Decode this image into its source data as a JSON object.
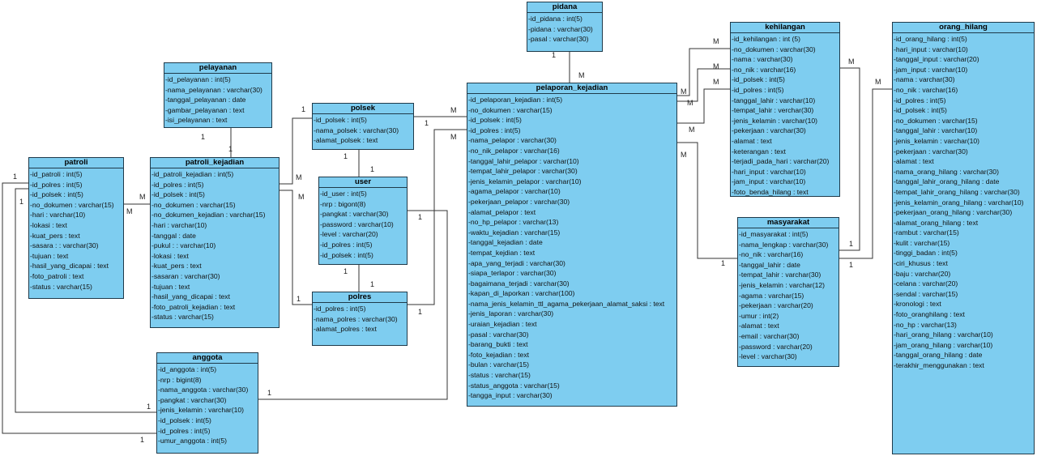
{
  "entities": {
    "pidana": {
      "name": "pidana",
      "attributes": [
        "-id_pidana : int(5)",
        "-pidana : varchar(30)",
        "-pasal : varchar(30)"
      ]
    },
    "pelayanan": {
      "name": "pelayanan",
      "attributes": [
        "-id_pelayanan : int(5)",
        "-nama_pelayanan : varchar(30)",
        "-tanggal_pelayanan : date",
        "-gambar_pelayanan : text",
        "-isi_pelayanan : text"
      ]
    },
    "patroli": {
      "name": "patroli",
      "attributes": [
        "-id_patroli : int(5)",
        "-id_polres : int(5)",
        "-id_polsek : int(5)",
        "-no_dokumen : varchar(15)",
        "-hari : varchar(10)",
        "-lokasi : text",
        "-kuat_pers : text",
        "-sasara : : varchar(30)",
        "-tujuan : text",
        "-hasil_yang_dicapai : text",
        "-foto_patroli : text",
        "-status : varchar(15)"
      ]
    },
    "patroli_kejadian": {
      "name": "patroli_kejadian",
      "attributes": [
        "-id_patroli_kejadian : int(5)",
        "-id_polres : int(5)",
        "-id_polsek : int(5)",
        "-no_dokumen : varchar(15)",
        "-no_dokumen_kejadian : varchar(15)",
        "-hari : varchar(10)",
        "-tanggal : date",
        "-pukul : : varchar(10)",
        "-lokasi : text",
        "-kuat_pers : text",
        "-sasaran : varchar(30)",
        "-tujuan : text",
        "-hasil_yang_dicapai : text",
        "-foto_patroli_kejadian : text",
        "-status : varchar(15)"
      ]
    },
    "anggota": {
      "name": "anggota",
      "attributes": [
        "-id_anggota : int(5)",
        "-nrp : bigint(8)",
        "-nama_anggota : varchar(30)",
        "-pangkat : varchar(30)",
        "-jenis_kelamin : varchar(10)",
        "-id_polsek : int(5)",
        "-id_polres : int(5)",
        "-umur_anggota : int(5)"
      ]
    },
    "polsek": {
      "name": "polsek",
      "attributes": [
        "-id_polsek : int(5)",
        "-nama_polsek : varchar(30)",
        "-alamat_polsek : text"
      ]
    },
    "user": {
      "name": "user",
      "attributes": [
        "-id_user : int(5)",
        "-nrp : bigont(8)",
        "-pangkat : varchar(30)",
        "-password : varchar(10)",
        "-level : varchar(20)",
        "-id_polres : int(5)",
        "-id_polsek : int(5)"
      ]
    },
    "polres": {
      "name": "polres",
      "attributes": [
        "-id_polres : int(5)",
        "-nama_polres : varchar(30)",
        "-alamat_polres : text"
      ]
    },
    "pelaporan_kejadian": {
      "name": "pelaporan_kejadian",
      "attributes": [
        "-id_pelaporan_kejadian : int(5)",
        "-no_dokumen : varchar(15)",
        "-id_polsek : int(5)",
        "-id_polres : int(5)",
        "-nama_pelapor : varchar(30)",
        "-no_nik_pelapor : varchar(16)",
        "-tanggal_lahir_pelapor : varchar(10)",
        "-tempat_lahir_pelapor : varchar(30)",
        "-jenis_kelamin_pelapor : varchar(10)",
        "-agama_pelapor : varchar(10)",
        "-pekerjaan_pelapor : varchar(30)",
        "-alamat_pelapor : text",
        "-no_hp_pelapor : varchar(13)",
        "-waktu_kejadian : varchar(15)",
        "-tanggal_kejadian : date",
        "-tempat_kejdian : text",
        "-apa_yang_terjadi : varchar(30)",
        "-siapa_terlapor : varchar(30)",
        "-bagaimana_terjadi : varchar(30)",
        "-kapan_di_laporkan : varchar(100)",
        "-nama_jenis_kelamin_ttl_agama_pekerjaan_alamat_saksi : text",
        "-jenis_laporan : varchar(30)",
        "-uraian_kejadian : text",
        "-pasal : varchar(30)",
        "-barang_bukti : text",
        "-foto_kejadian : text",
        "-bulan : varchar(15)",
        "-status : varchar(15)",
        "-status_anggota : varchar(15)",
        "-tangga_input : varchar(30)"
      ]
    },
    "kehilangan": {
      "name": "kehilangan",
      "attributes": [
        "-id_kehilangan : int (5)",
        "-no_dokumen : varchar(30)",
        "-nama : varchar(30)",
        "-no_nik : varchar(16)",
        "-id_polsek : int(5)",
        "-id_polres : int(5)",
        "-tanggal_lahir : varchar(10)",
        "-tempat_lahir : verchar(30)",
        "-jenis_kelamin : varchar(10)",
        "-pekerjaan : varchar(30)",
        "-alamat : text",
        "-keterangan : text",
        "-terjadi_pada_hari : varchar(20)",
        "-hari_input : varchar(10)",
        "-jam_input : varchar(10)",
        "-foto_benda_hilang : text"
      ]
    },
    "masyarakat": {
      "name": "masyarakat",
      "attributes": [
        "-id_masyarakat : int(5)",
        "-nama_lengkap : varchar(30)",
        "-no_nik : varchar(16)",
        "-tanggal_lahir : date",
        "-tempat_lahir : varchar(30)",
        "-jenis_kelamin : varchar(12)",
        "-agama : varchar(15)",
        "-pekerjaan : varchar(20)",
        "-umur : int(2)",
        "-alamat : text",
        "-email : varchar(30)",
        "-password : varchar(20)",
        "-level : varchar(30)"
      ]
    },
    "orang_hilang": {
      "name": "orang_hilang",
      "attributes": [
        "-id_orang_hilang : int(5)",
        "-hari_input : varchar(10)",
        "-tanggal_input : varchar(20)",
        "-jam_input : varchar(10)",
        "-nama : varchar(30)",
        "-no_nik : varchar(16)",
        "-id_polres : int(5)",
        "-id_polsek : int(5)",
        "-no_dokumen : varchar(15)",
        "-tanggal_lahir : varchar(10)",
        "-jenis_kelamin : varchar(10)",
        "-pekerjaan : varchar(30)",
        "-alamat : text",
        "-nama_orang_hilang : varchar(30)",
        "-tanggal_lahir_orang_hilang : date",
        "-tempat_lahir_orang_hilang : varchar(30)",
        "-jenis_kelamin_orang_hilang : varchar(10)",
        "-pekerjaan_orang_hilang : varchar(30)",
        "-alamat_orang_hilang : text",
        "-rambut : varchar(15)",
        "-kulit : varchar(15)",
        "-tinggi_badan : int(5)",
        "-ciri_khusus : text",
        "-baju : varchar(20)",
        "-celana : varchar(20)",
        "-sendal : varchar(15)",
        "-kronologi : text",
        "-foto_oranghilang : text",
        "-no_hp : varchar(13)",
        "-hari_orang_hilang : varchar(10)",
        "-jam_orang_hilang : varchar(10)",
        "-tanggal_orang_hilang : date",
        "-terakhir_menggunakan : text"
      ]
    }
  },
  "relationships": [
    {
      "from": "pidana",
      "to": "pelaporan_kejadian",
      "from_card": "1",
      "to_card": "M"
    },
    {
      "from": "pelayanan",
      "to": "patroli_kejadian",
      "from_card": "1",
      "to_card": "1"
    },
    {
      "from": "patroli",
      "to": "patroli_kejadian",
      "from_card": "M",
      "to_card": "M"
    },
    {
      "from": "polsek",
      "to": "patroli_kejadian",
      "from_card": "1",
      "to_card": "M"
    },
    {
      "from": "polres",
      "to": "patroli_kejadian",
      "from_card": "1",
      "to_card": "M"
    },
    {
      "from": "polsek",
      "to": "user",
      "from_card": "1",
      "to_card": "1"
    },
    {
      "from": "user",
      "to": "polres",
      "from_card": "1",
      "to_card": "1"
    },
    {
      "from": "polsek",
      "to": "pelaporan_kejadian",
      "from_card": "1",
      "to_card": "M"
    },
    {
      "from": "polres",
      "to": "pelaporan_kejadian",
      "from_card": "1",
      "to_card": "M"
    },
    {
      "from": "user",
      "to": "anggota",
      "from_card": "1",
      "to_card": "1"
    },
    {
      "from": "patroli",
      "to": "anggota",
      "from_card": "1",
      "to_card": "1"
    },
    {
      "from": "pelaporan_kejadian",
      "to": "kehilangan",
      "from_card": "M",
      "to_card": "M"
    },
    {
      "from": "pelaporan_kejadian",
      "to": "masyarakat",
      "from_card": "M",
      "to_card": "1"
    },
    {
      "from": "kehilangan",
      "to": "masyarakat",
      "from_card": "M",
      "to_card": "1"
    },
    {
      "from": "orang_hilang",
      "to": "masyarakat",
      "from_card": "M",
      "to_card": "1"
    }
  ],
  "cardinality_labels": {
    "one": "1",
    "many": "M"
  }
}
